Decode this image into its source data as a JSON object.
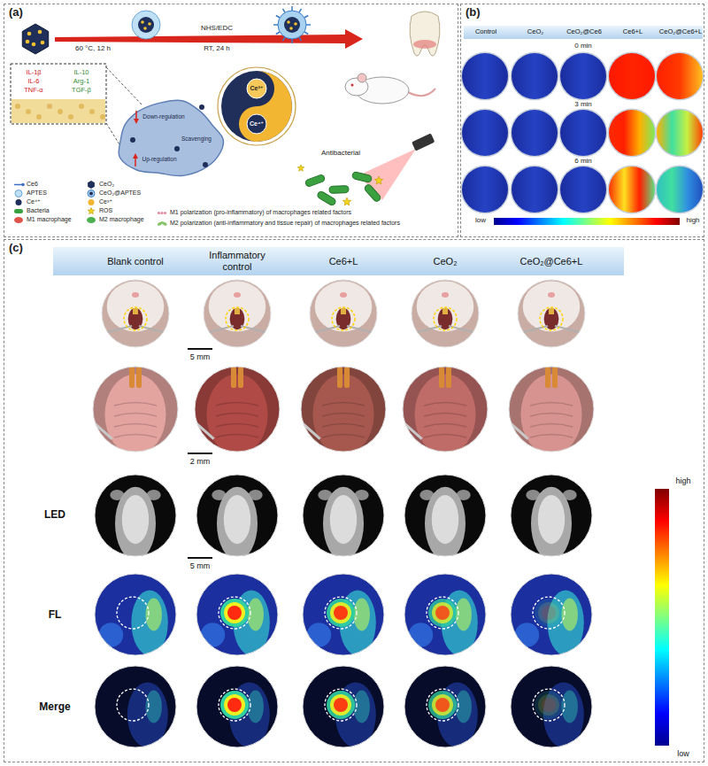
{
  "diagram": {
    "nodes": [
      {
        "text": [
          "(a)"
        ]
      },
      {
        "text": [
          "(b)"
        ]
      },
      {
        "text": [
          "(c)"
        ]
      },
      {
        "text": [
          "Control",
          "CeO₂",
          "CeO₂@Ce6",
          "Ce6+L",
          "CeO₂@Ce6+L"
        ],
        "in": 1
      },
      {
        "text": [
          "Blank control",
          "Inflammatory control",
          "Ce6+L",
          "CeO₂",
          "CeO₂@Ce6+L"
        ],
        "in": 2
      }
    ],
    "labels": [
      "60 °C, 12 h",
      "NHS/EDC",
      "RT, 24 h",
      "IL-1β",
      "IL-6",
      "TNF-α",
      "IL-10",
      "Arg-1",
      "TGF-β",
      "Ce³⁺",
      "Ce⁴⁺",
      "Down-regulation",
      "Up-regulation",
      "Scavenging",
      "Antibacterial",
      "0 min",
      "3 min",
      "6 min",
      "low",
      "high",
      "5 mm",
      "2 mm",
      "LED",
      "5 mm",
      "FL",
      "Merge",
      "high",
      "low"
    ],
    "legend": [
      {
        "text": "Ce6"
      },
      {
        "text": "CeO₂"
      },
      {
        "text": "APTES"
      },
      {
        "text": "CeO₂@APTES"
      },
      {
        "text": "Ce⁴⁺"
      },
      {
        "text": "Ce³⁺"
      },
      {
        "text": "Bacteria"
      },
      {
        "text": "ROS"
      },
      {
        "text": "M1 macrophage"
      },
      {
        "text": "M2 macrophage"
      },
      {
        "text": "M1 polarization (pro-inflammatory) of macrophages related factors"
      },
      {
        "text": "M2 polarization (anti-inflammatory and tissue repair) of macrophages related factors"
      }
    ]
  }
}
